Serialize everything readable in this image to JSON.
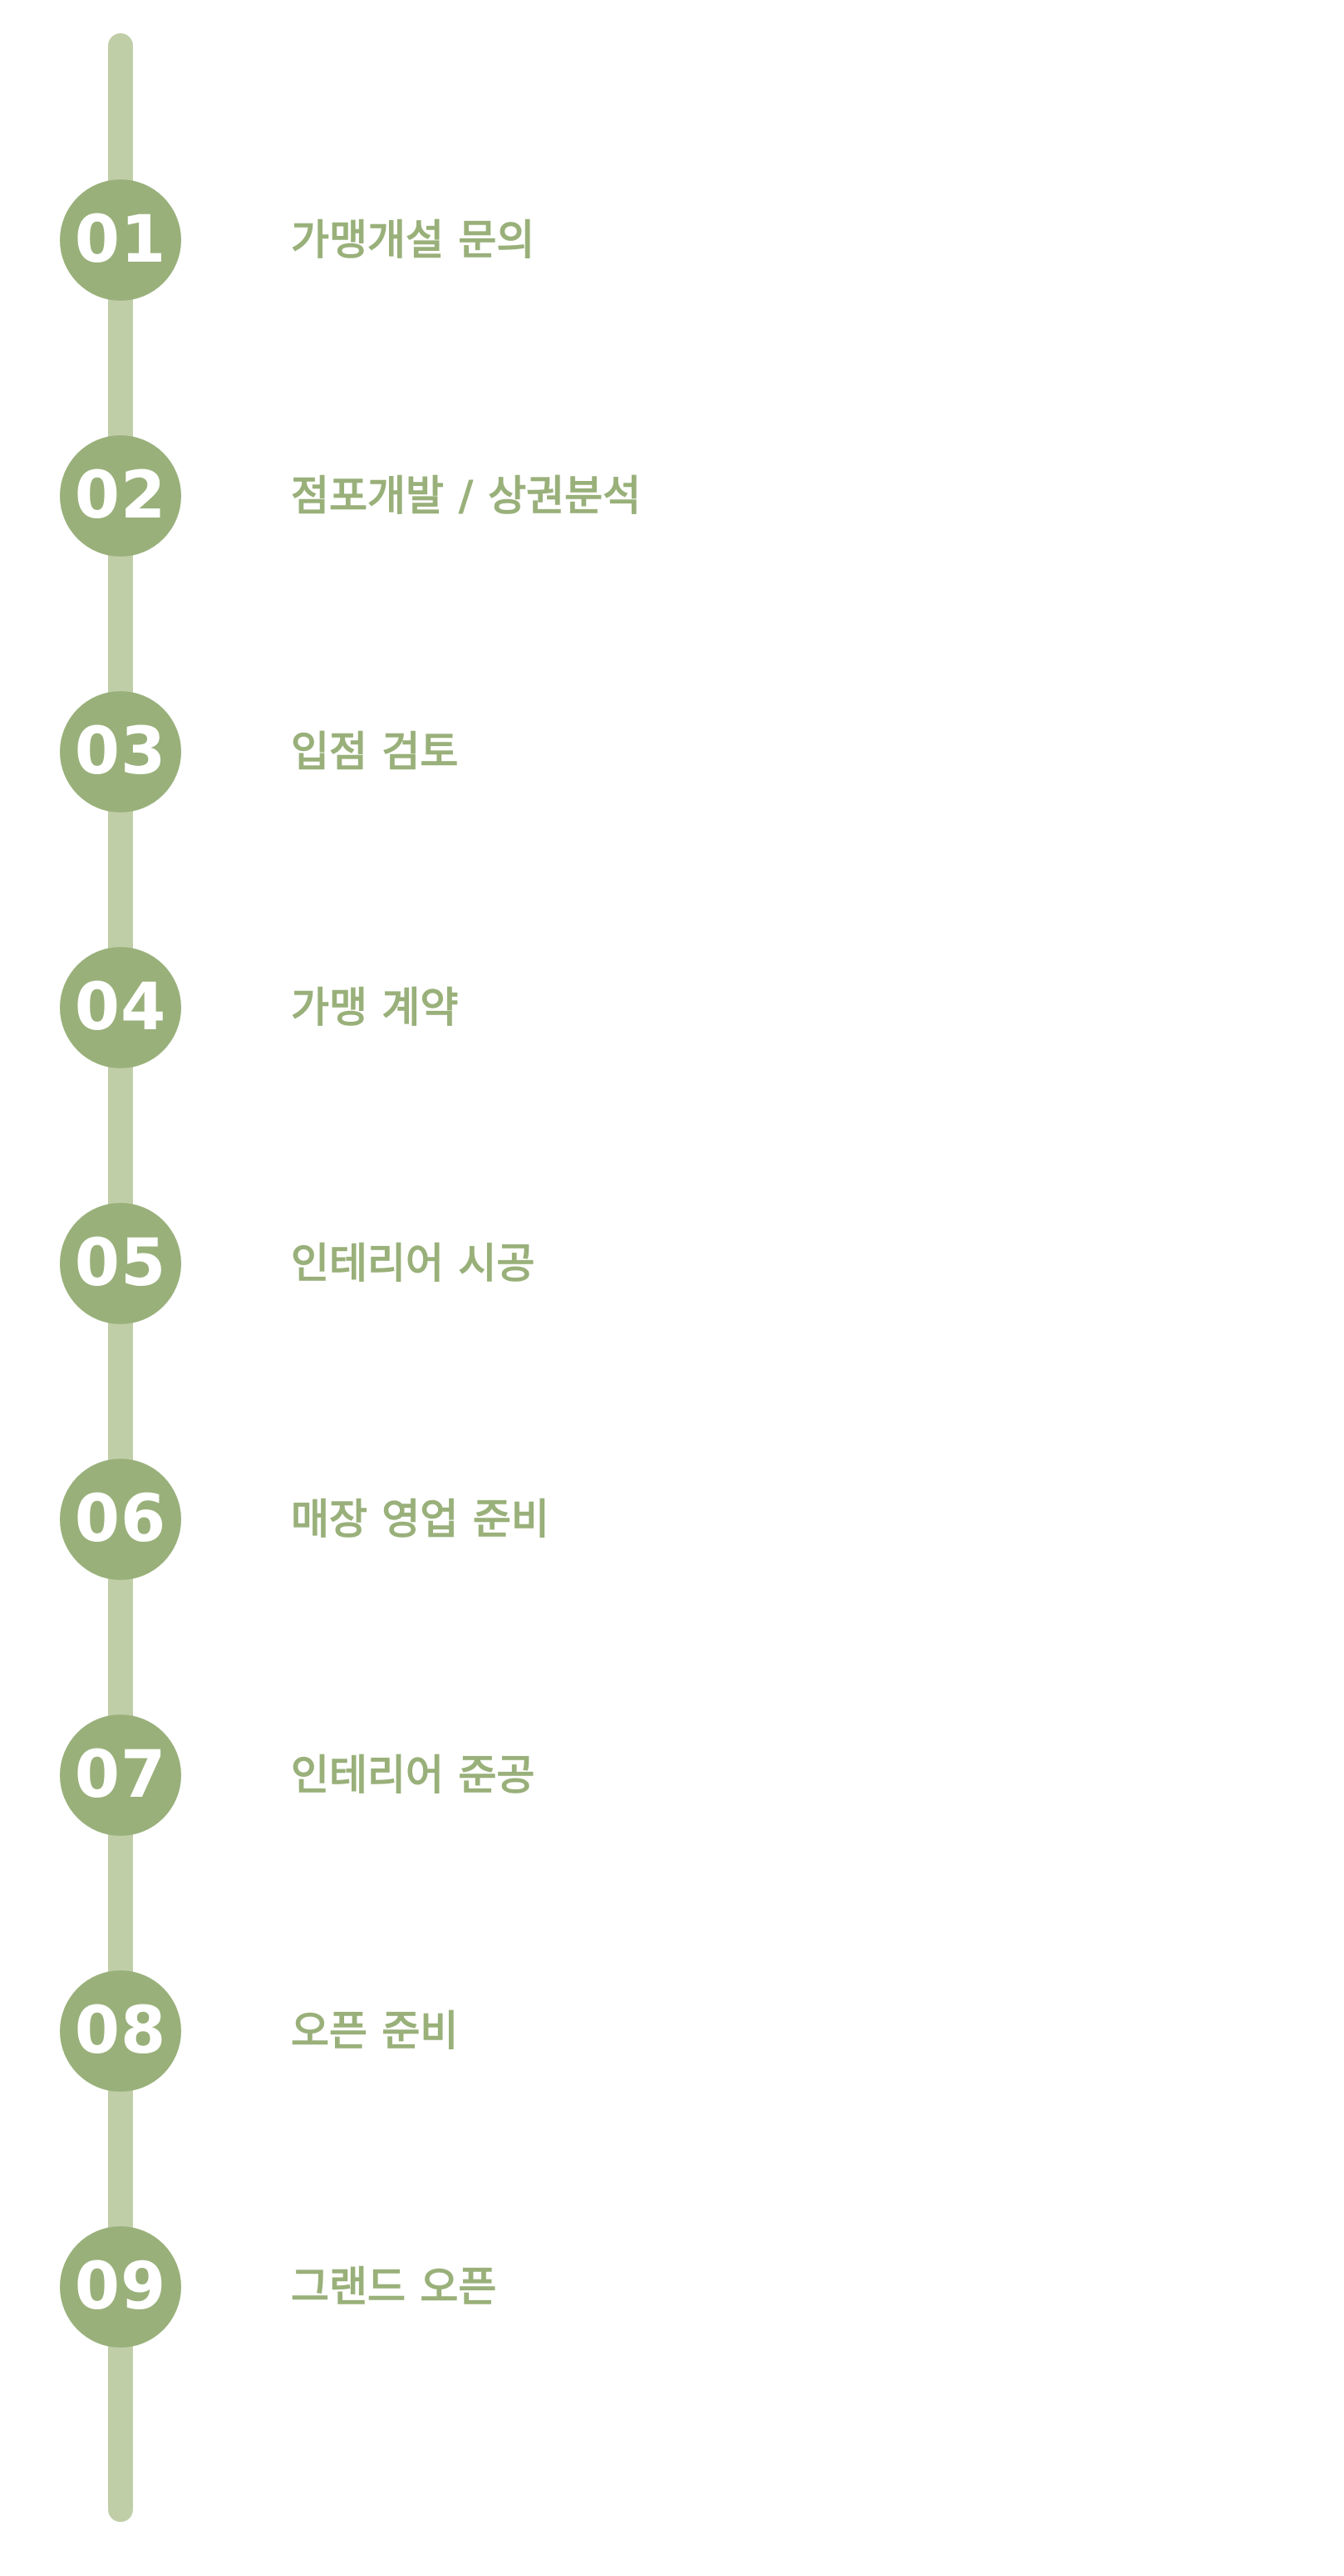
{
  "steps": [
    {
      "number": "01",
      "label": "가맹개설 문의"
    },
    {
      "number": "02",
      "label": "점포개발 / 상권분석"
    },
    {
      "number": "03",
      "label": "입점 검토"
    },
    {
      "number": "04",
      "label": "가맹 계약"
    },
    {
      "number": "05",
      "label": "인테리어 시공"
    },
    {
      "number": "06",
      "label": "매장 영업 준비"
    },
    {
      "number": "07",
      "label": "인테리어 준공"
    },
    {
      "number": "08",
      "label": "오픈 준비"
    },
    {
      "number": "09",
      "label": "그랜드 오픈"
    }
  ],
  "colors": {
    "accent": "#99b07a",
    "rail": "#c0cea8",
    "circle_text": "#ffffff",
    "background": "#ffffff"
  }
}
